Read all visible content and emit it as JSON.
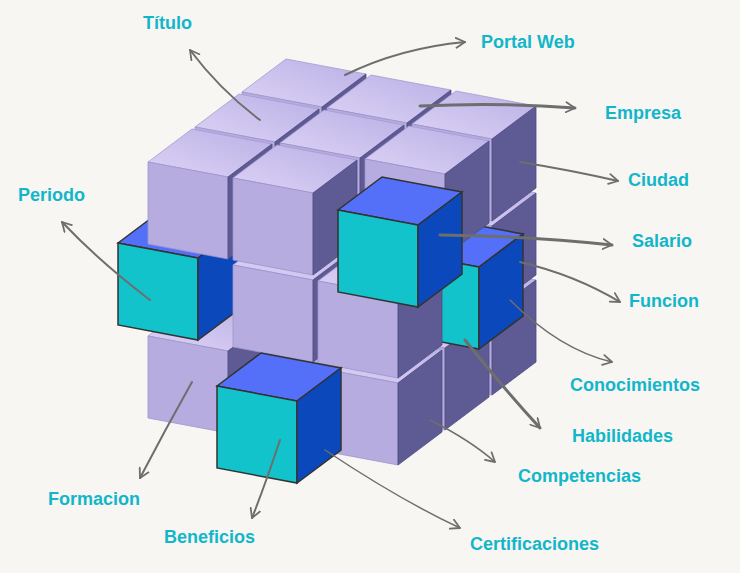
{
  "diagram": {
    "labels": [
      "Título",
      "Portal Web",
      "Empresa",
      "Ciudad",
      "Salario",
      "Funcion",
      "Periodo",
      "Conocimientos",
      "Habilidades",
      "Competencias",
      "Formacion",
      "Beneficios",
      "Certificaciones"
    ]
  }
}
